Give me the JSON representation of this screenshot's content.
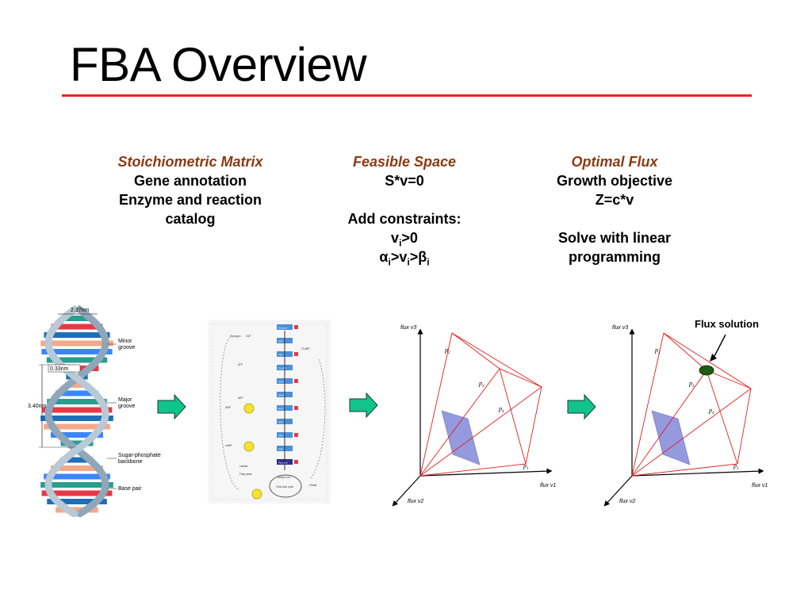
{
  "slide": {
    "title": "FBA Overview",
    "accent_color": "#e8231f"
  },
  "columns": [
    {
      "heading": "Stoichiometric Matrix",
      "lines": [
        "Gene annotation",
        "Enzyme and reaction",
        "catalog"
      ]
    },
    {
      "heading": "Feasible Space",
      "line1": "S*v=0",
      "line2": "Add constraints:",
      "c1_v": "v",
      "c1_i": "i",
      "c1_rest": ">0",
      "c2_alpha": "α",
      "c2_i1": "i",
      "c2_gt1": ">v",
      "c2_i2": "i",
      "c2_gt2": ">β",
      "c2_i3": "i"
    },
    {
      "heading": "Optimal Flux",
      "lines": [
        "Growth objective",
        "Z=c*v",
        "Solve with linear",
        "programming"
      ]
    }
  ],
  "heading_color": "#8b3a12",
  "dna": {
    "width_label": "2.37nm",
    "minor_groove": [
      "Minor",
      "groove"
    ],
    "minor_dim": "0.33nm",
    "major_groove": [
      "Major",
      "groove"
    ],
    "pitch": "3.40nm",
    "backbone": [
      "Sugar-phosphate",
      "backbone"
    ],
    "base_pair": "Base pair",
    "base_colors": [
      "#2a9d8f",
      "#e63946",
      "#1d6fb8",
      "#f4a88a",
      "#3a86ff"
    ]
  },
  "pathway": {
    "nodes": [
      "Glucose",
      "G6P",
      "F6P",
      "F1,6BP",
      "GAP",
      "DHAP",
      "BPG",
      "3PG",
      "2PG",
      "PEP",
      "Pyruvate"
    ],
    "side_labels": [
      "Glycogen",
      "G1P",
      "F2,6BP",
      "ATP",
      "ADP",
      "AMP",
      "cAMP",
      "Lactate",
      "Fatty acids",
      "Acetyl-CoA",
      "Citric acid cycle",
      "Citrate",
      "ATP"
    ]
  },
  "plots": [
    {
      "axis_v3": "flux v3",
      "axis_v1": "flux v1",
      "axis_v2": "flux v2",
      "p": "p",
      "sub": [
        "1",
        "2",
        "3",
        "4"
      ]
    },
    {
      "axis_v3": "flux v3",
      "axis_v1": "flux v1",
      "axis_v2": "flux v2",
      "p": "p",
      "sub": [
        "1",
        "2",
        "3",
        "4"
      ],
      "annotation": "Flux solution",
      "solution_color": "#1e5b12"
    }
  ],
  "arrow_color": "#11c48a"
}
